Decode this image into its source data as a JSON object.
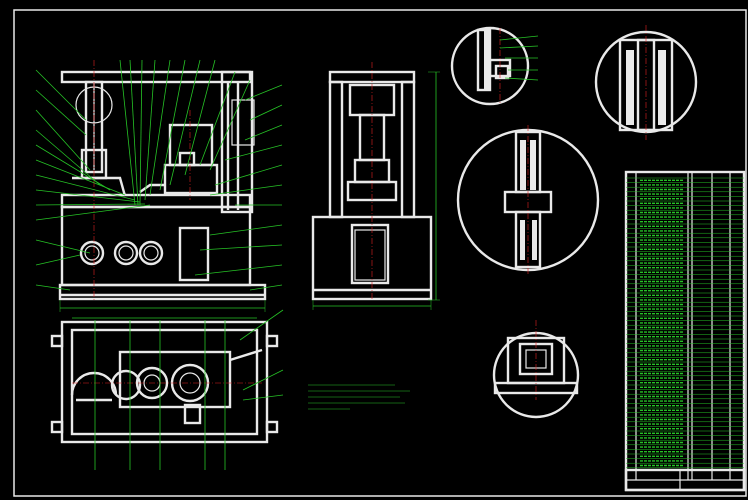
{
  "drawing": {
    "colors": {
      "background": "#000000",
      "outline": "#e9e9e9",
      "dimension": "#26c326",
      "centerline": "#e02020"
    },
    "views": [
      "front-elevation",
      "side-elevation",
      "plan-view",
      "detail-view-a",
      "detail-view-b",
      "detail-view-c",
      "detail-view-d"
    ],
    "notes": [
      "",
      "",
      "",
      "",
      ""
    ],
    "title_block": {
      "present": true
    }
  }
}
